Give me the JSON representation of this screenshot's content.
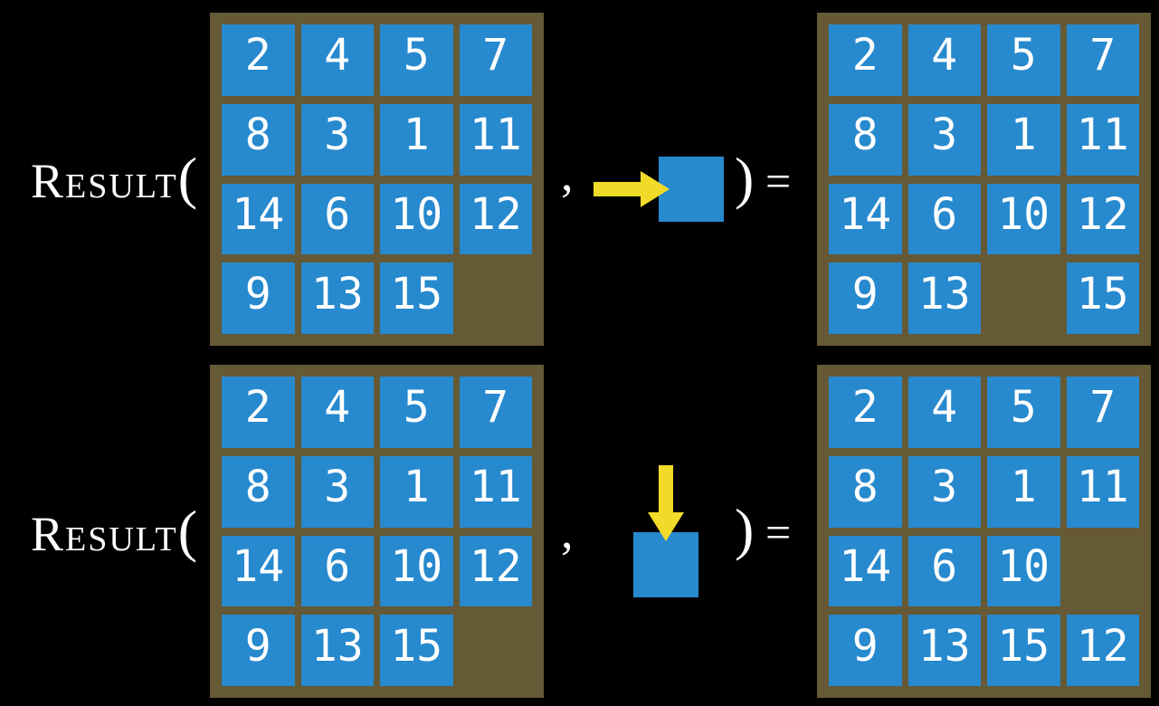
{
  "function": {
    "name": "Result",
    "open_paren": "(",
    "comma": ",",
    "close_paren": ")",
    "equals": "="
  },
  "colors": {
    "background": "#000000",
    "board": "#665935",
    "tile": "#2789CE",
    "tile_text": "#FFFFFF",
    "label_text": "#FFFFFF",
    "arrow": "#F1DB28"
  },
  "rows": [
    {
      "action_direction": "right",
      "input_board": [
        [
          "2",
          "4",
          "5",
          "7"
        ],
        [
          "8",
          "3",
          "1",
          "11"
        ],
        [
          "14",
          "6",
          "10",
          "12"
        ],
        [
          "9",
          "13",
          "15",
          ""
        ]
      ],
      "output_board": [
        [
          "2",
          "4",
          "5",
          "7"
        ],
        [
          "8",
          "3",
          "1",
          "11"
        ],
        [
          "14",
          "6",
          "10",
          "12"
        ],
        [
          "9",
          "13",
          "",
          "15"
        ]
      ]
    },
    {
      "action_direction": "down",
      "input_board": [
        [
          "2",
          "4",
          "5",
          "7"
        ],
        [
          "8",
          "3",
          "1",
          "11"
        ],
        [
          "14",
          "6",
          "10",
          "12"
        ],
        [
          "9",
          "13",
          "15",
          ""
        ]
      ],
      "output_board": [
        [
          "2",
          "4",
          "5",
          "7"
        ],
        [
          "8",
          "3",
          "1",
          "11"
        ],
        [
          "14",
          "6",
          "10",
          ""
        ],
        [
          "9",
          "13",
          "15",
          "12"
        ]
      ]
    }
  ]
}
